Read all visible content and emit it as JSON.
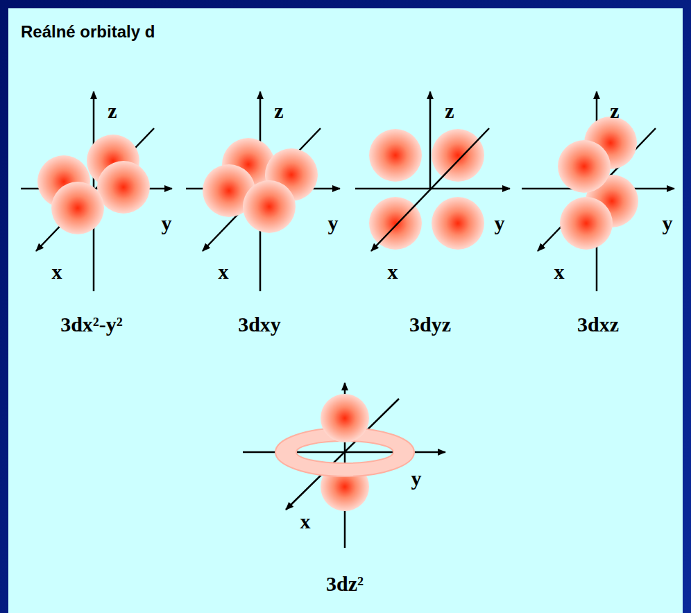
{
  "diagram": {
    "title": "Reálné orbitaly d",
    "labels": [
      "z",
      "y",
      "x",
      "3dx²-y²",
      "z",
      "y",
      "x",
      "3dxy",
      "z",
      "y",
      "x",
      "3dyz",
      "z",
      "y",
      "x",
      "3dxz",
      "y",
      "x",
      "3dz²"
    ]
  }
}
